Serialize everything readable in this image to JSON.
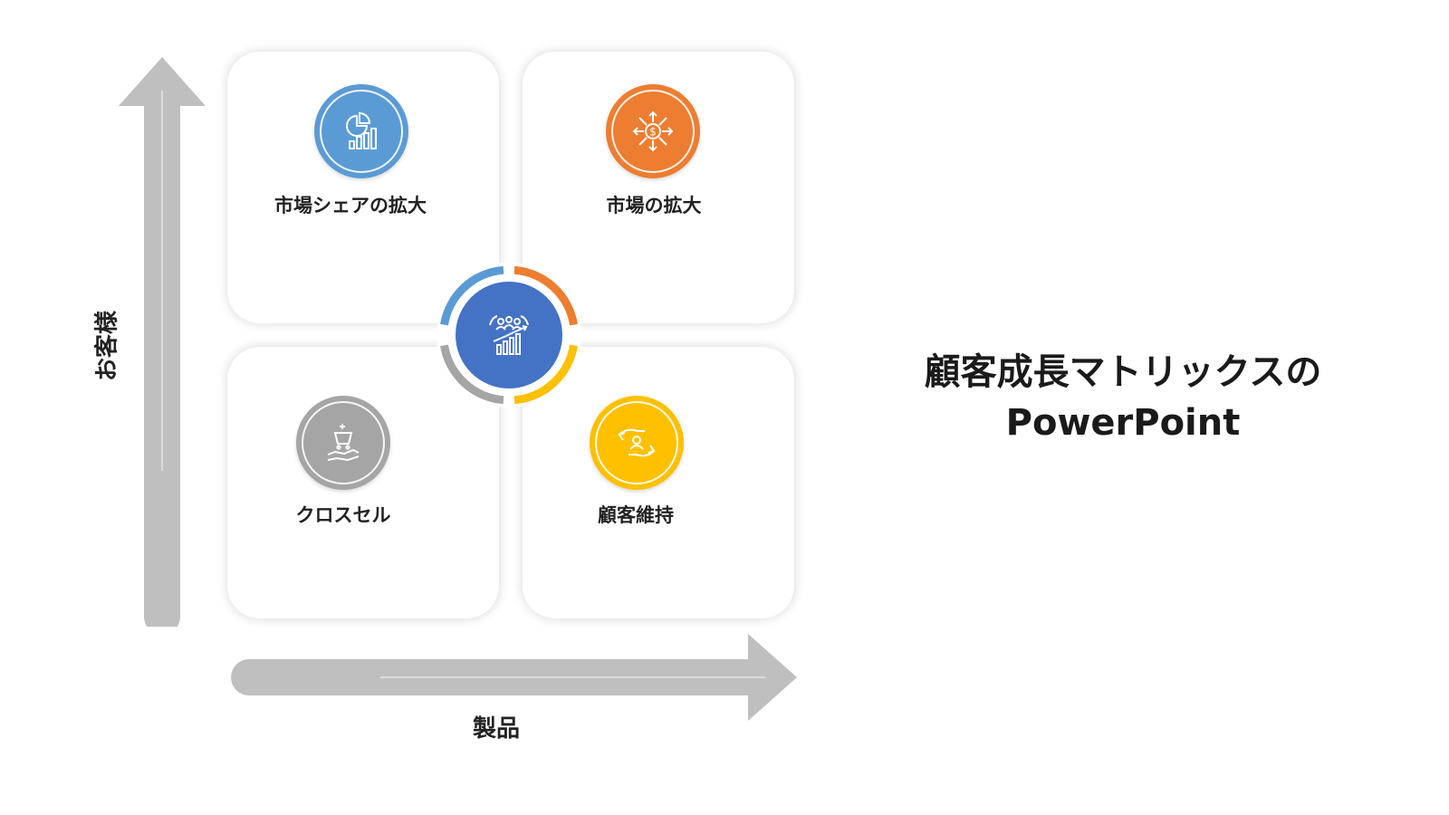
{
  "diagram": {
    "title_line1": "顧客成長マトリックスの",
    "title_line2": "PowerPoint",
    "y_axis_label": "お客様",
    "x_axis_label": "製品",
    "quadrants": [
      {
        "label": "市場シェアの拡大",
        "color": "#5b9bd5",
        "icon": "pie-bar-chart-icon"
      },
      {
        "label": "市場の拡大",
        "color": "#ed7d31",
        "icon": "dollar-expansion-icon"
      },
      {
        "label": "クロスセル",
        "color": "#a5a5a5",
        "icon": "cart-hand-icon"
      },
      {
        "label": "顧客維持",
        "color": "#ffc000",
        "icon": "customer-hands-icon"
      }
    ],
    "center": {
      "color": "#4472c4",
      "icon": "team-growth-chart-icon"
    },
    "axis_color": "#bfbfbf"
  }
}
